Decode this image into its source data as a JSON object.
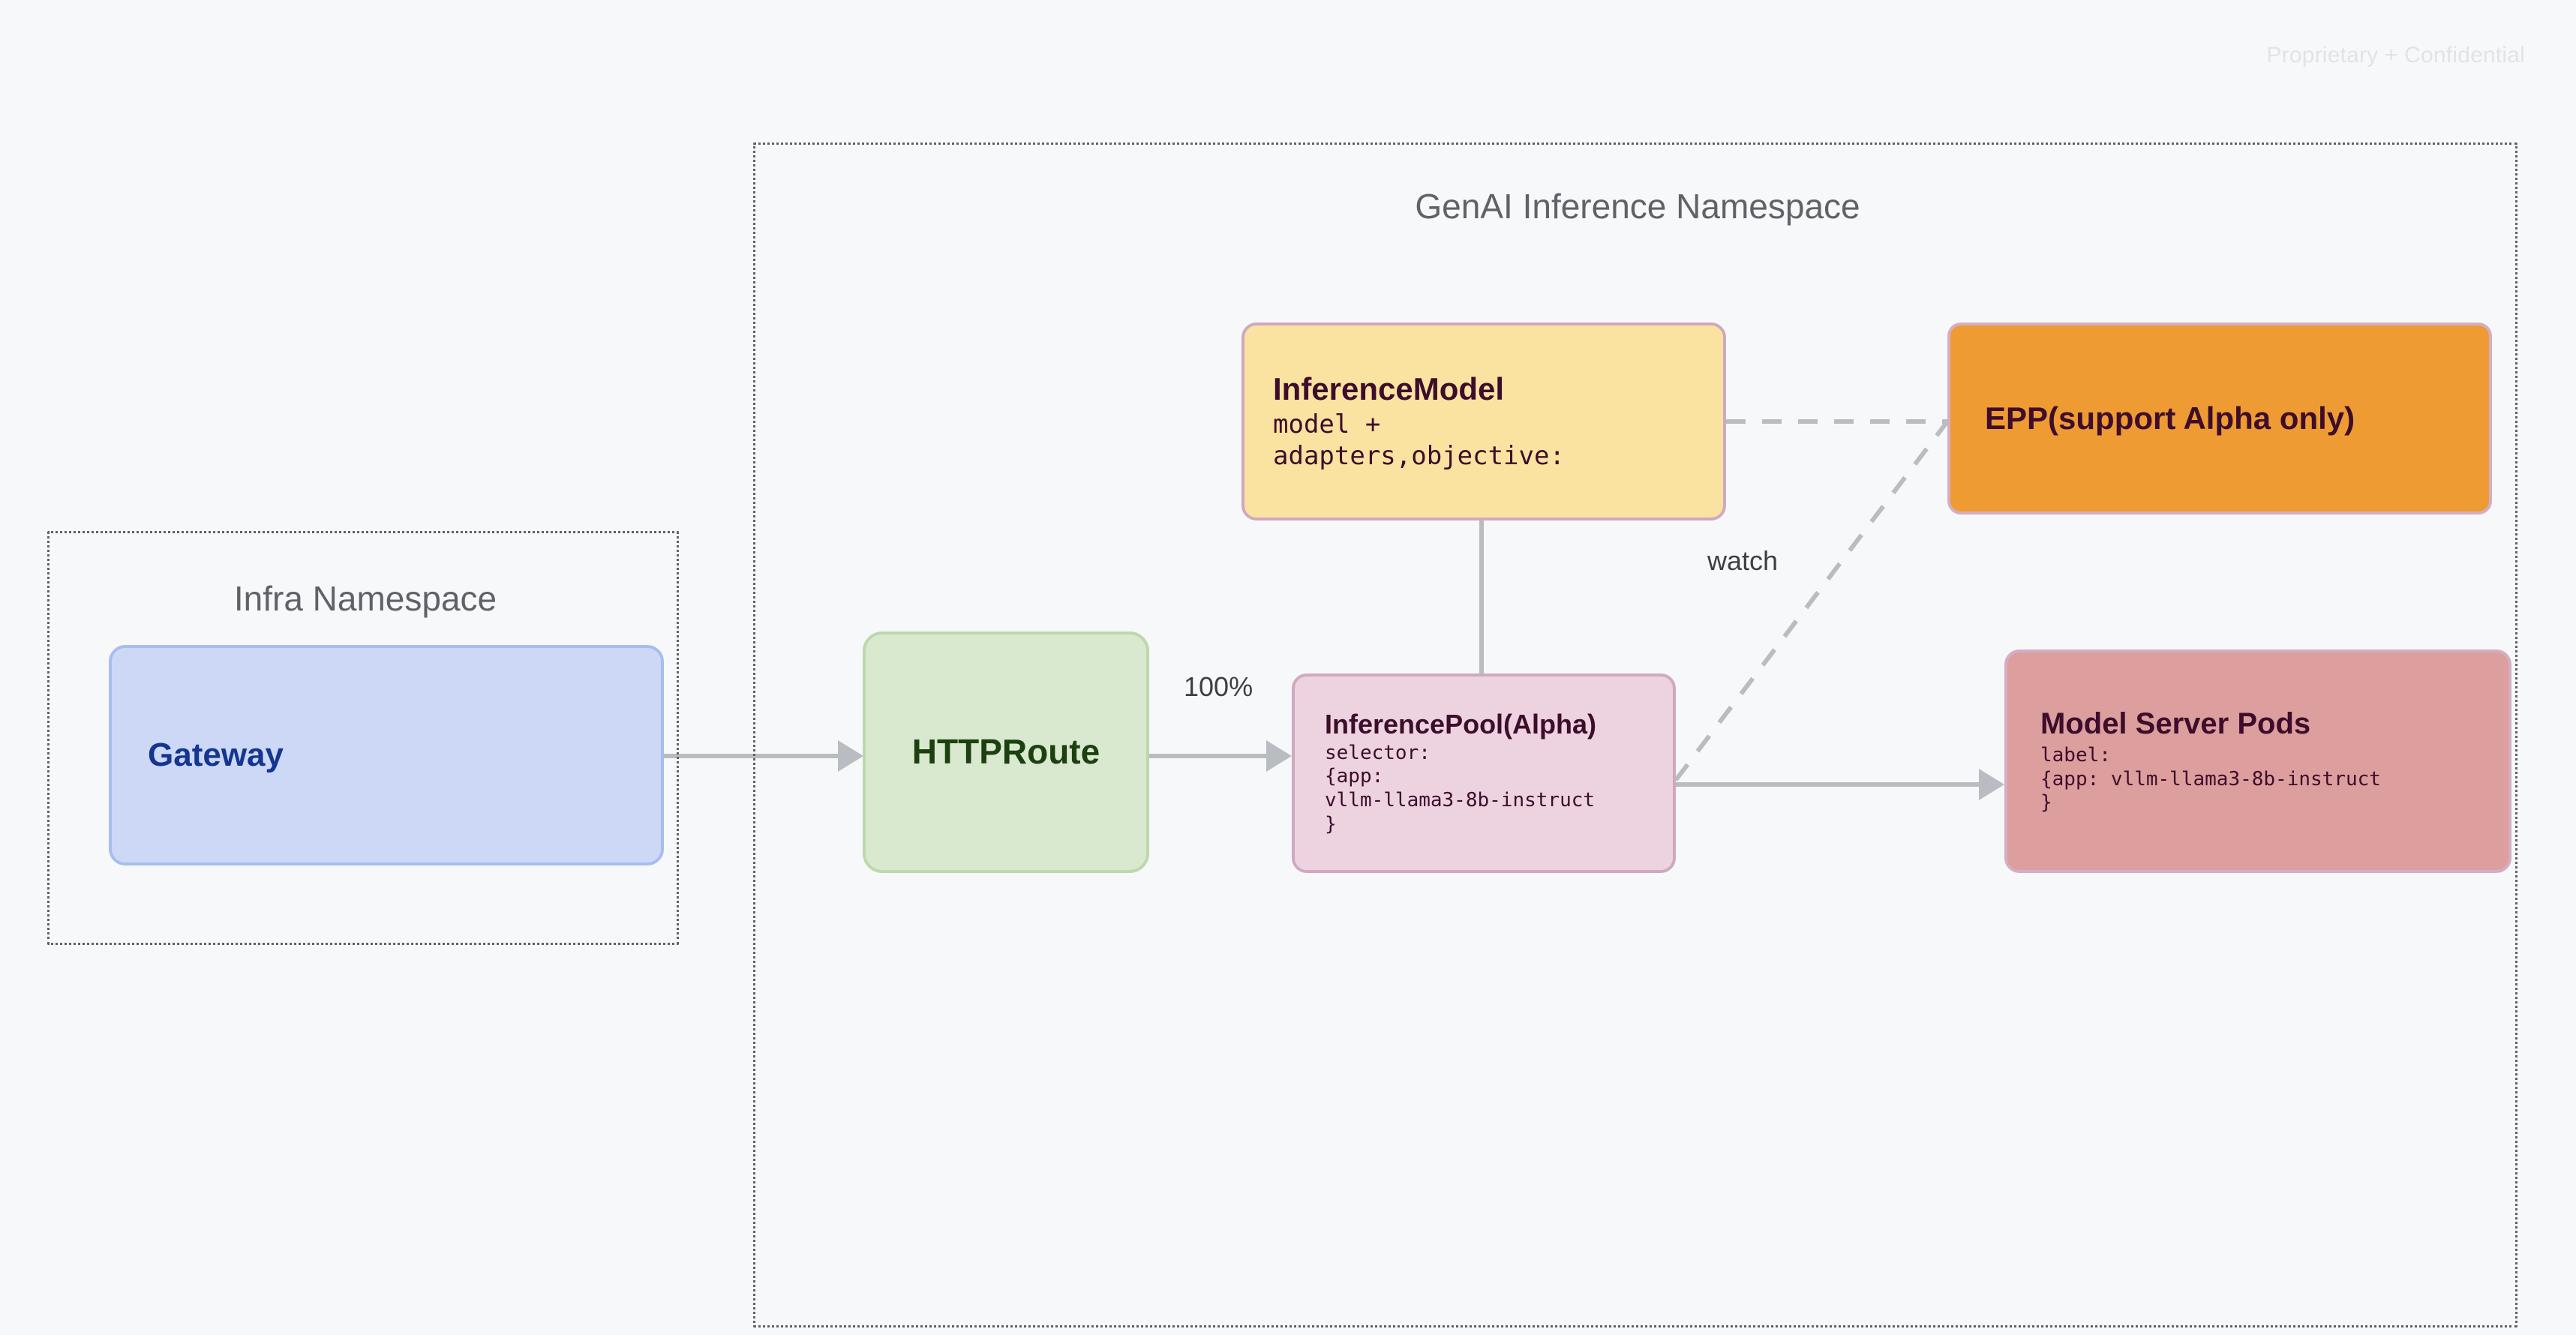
{
  "page": {
    "watermark": "Proprietary + Confidential",
    "background_color": "#f7f8fa"
  },
  "namespaces": [
    {
      "id": "infra",
      "title": "Infra Namespace",
      "border_style": "dotted",
      "border_color": "#5f6368"
    },
    {
      "id": "genai",
      "title": "GenAI Inference Namespace",
      "border_style": "dotted",
      "border_color": "#5f6368"
    }
  ],
  "nodes": {
    "gateway": {
      "title": "Gateway",
      "fill": "#ccd8f6",
      "border": "#a8bdef",
      "text_color": "#14368f"
    },
    "httproute": {
      "title": "HTTPRoute",
      "fill": "#d9e9cf",
      "border": "#bcd9ab",
      "text_color": "#1d4010"
    },
    "inferencemodel": {
      "title": "InferenceModel",
      "body_line_1": "model +",
      "body_line_2": "adapters,objective:",
      "fill": "#fae3a0",
      "border": "#cfa9bf",
      "text_color": "#3d0d2b"
    },
    "inferencepool": {
      "title": "InferencePool(Alpha)",
      "body_line_1": "selector:",
      "body_line_2": "{app:",
      "body_line_3": "vllm-llama3-8b-instruct",
      "body_line_4": "}",
      "fill": "#ecd3df",
      "border": "#cfa9bf",
      "text_color": "#3d0d2b"
    },
    "epp": {
      "title": "EPP(support Alpha only)",
      "fill": "#ee9b33",
      "border": "#d3aec4",
      "text_color": "#3d0d2b"
    },
    "modelserverpods": {
      "title": "Model Server Pods",
      "body_line_1": "label:",
      "body_line_2": "{app: vllm-llama3-8b-instruct",
      "body_line_3": "}",
      "fill": "#dd9e9e",
      "border": "#d3aec4",
      "text_color": "#3d0d2b"
    }
  },
  "connections": {
    "gateway_to_httproute": {
      "label": "",
      "style": "solid",
      "arrow": true
    },
    "httproute_to_inferencepool": {
      "label": "100%",
      "style": "solid",
      "arrow": true
    },
    "inferencepool_to_modelserverpods": {
      "label": "",
      "style": "solid",
      "arrow": true
    },
    "inferencemodel_to_inferencepool": {
      "label": "",
      "style": "solid",
      "arrow": false
    },
    "inferencemodel_to_epp": {
      "label": "",
      "style": "dashed",
      "arrow": false
    },
    "inferencepool_to_epp": {
      "label": "watch",
      "style": "dashed",
      "arrow": false
    }
  },
  "connector_color": "#b9bcc0",
  "dashed_connector_color": "#b9bcc0"
}
